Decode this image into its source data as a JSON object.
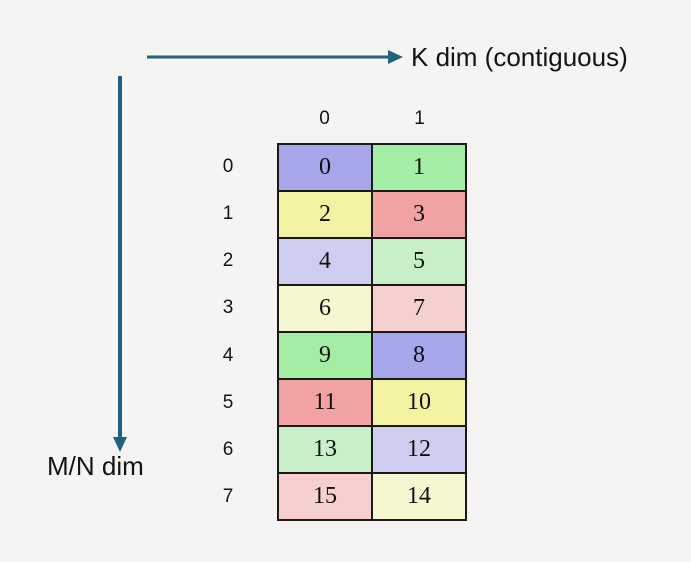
{
  "axes": {
    "k_label": "K dim (contiguous)",
    "mn_label": "M/N dim"
  },
  "colors": {
    "arrow": "#1f6380",
    "background": "#f5f4f2",
    "grid_border": "#1a1a1a"
  },
  "grid": {
    "col_headers": [
      "0",
      "1"
    ],
    "row_headers": [
      "0",
      "1",
      "2",
      "3",
      "4",
      "5",
      "6",
      "7"
    ],
    "rows": [
      {
        "cells": [
          {
            "value": "0",
            "color": "#a6a6ea"
          },
          {
            "value": "1",
            "color": "#a4eda4"
          }
        ]
      },
      {
        "cells": [
          {
            "value": "2",
            "color": "#f2f2a2"
          },
          {
            "value": "3",
            "color": "#f1a3a3"
          }
        ]
      },
      {
        "cells": [
          {
            "value": "4",
            "color": "#cdcdf0"
          },
          {
            "value": "5",
            "color": "#c9efc9"
          }
        ]
      },
      {
        "cells": [
          {
            "value": "6",
            "color": "#f6f6d0"
          },
          {
            "value": "7",
            "color": "#f6cfcf"
          }
        ]
      },
      {
        "cells": [
          {
            "value": "9",
            "color": "#a4eda4"
          },
          {
            "value": "8",
            "color": "#a6a6ea"
          }
        ]
      },
      {
        "cells": [
          {
            "value": "11",
            "color": "#f1a3a3"
          },
          {
            "value": "10",
            "color": "#f2f2a2"
          }
        ]
      },
      {
        "cells": [
          {
            "value": "13",
            "color": "#c9efc9"
          },
          {
            "value": "12",
            "color": "#cdcdf0"
          }
        ]
      },
      {
        "cells": [
          {
            "value": "15",
            "color": "#f6cfcf"
          },
          {
            "value": "14",
            "color": "#f6f6d0"
          }
        ]
      }
    ]
  }
}
